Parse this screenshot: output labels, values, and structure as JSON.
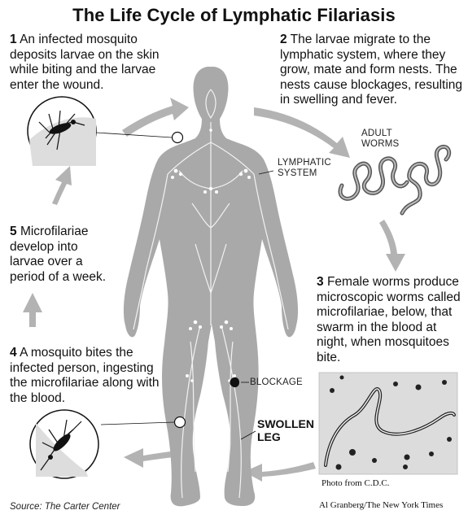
{
  "title": "The Life Cycle of Lymphatic Filariasis",
  "steps": [
    {
      "num": "1",
      "text": "An infected mosquito deposits larvae on the skin while biting and the larvae enter the wound."
    },
    {
      "num": "2",
      "text": "The larvae migrate to the lymphatic system, where they grow, mate and form nests. The nests cause blockages, resulting in swelling and fever."
    },
    {
      "num": "3",
      "text": "Female worms produce microscopic worms called microfilariae, below, that swarm in the blood at night, when mosquitoes bite."
    },
    {
      "num": "4",
      "text": "A mosquito bites the infected person, ingesting the microfilariae along with the blood."
    },
    {
      "num": "5",
      "text": "Microfilariae develop into larvae over a period of a week."
    }
  ],
  "labels": {
    "adult_worms": "ADULT\nWORMS",
    "lymphatic_system": "LYMPHATIC\nSYSTEM",
    "blockage": "BLOCKAGE",
    "swollen_leg": "SWOLLEN\nLEG"
  },
  "photo_credit": "Photo from C.D.C.",
  "author_credit": "Al Granberg/The New York Times",
  "source": "Source: The Carter Center",
  "colors": {
    "body": "#a9a9a9",
    "arrow": "#b3b3b3",
    "vessels": "#f2f2f2",
    "photo_bg": "#dcdcdc"
  }
}
